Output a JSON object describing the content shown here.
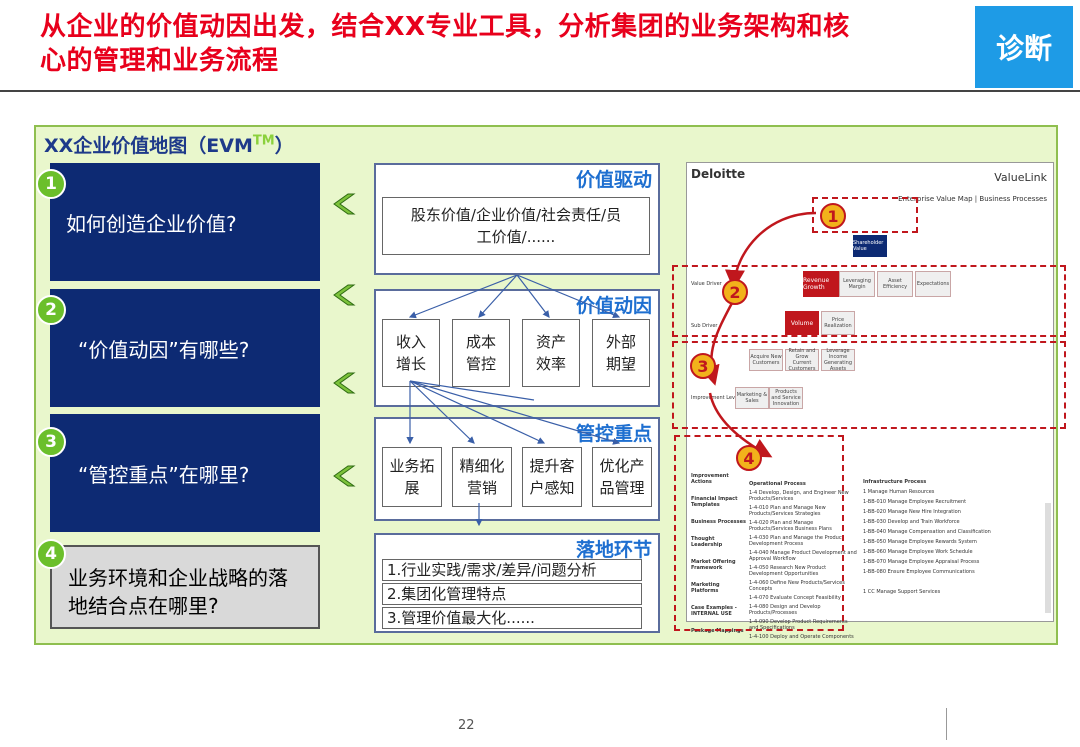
{
  "header": {
    "title_line1": "从企业的价值动因出发，结合XX专业工具，分析集团的业务架构和核",
    "title_line2": "心的管理和业务流程",
    "badge": "诊断"
  },
  "canvas": {
    "title_main": "XX企业价值地图（EVM",
    "title_tm": "TM",
    "title_end": "）"
  },
  "questions": [
    {
      "num": "1",
      "text": "如何创造企业价值?"
    },
    {
      "num": "2",
      "text": "“价值动因”有哪些?"
    },
    {
      "num": "3",
      "text": "“管控重点”在哪里?"
    },
    {
      "num": "4",
      "text_line1": "业务环境和企业战略的落",
      "text_line2": "地结合点在哪里?"
    }
  ],
  "panels": {
    "value_driver": {
      "label": "价值驱动",
      "content_line1": "股东价值/企业价值/社会责任/员",
      "content_line2": "工价值/......"
    },
    "value_factor": {
      "label": "价值动因",
      "items": [
        {
          "line1": "收入",
          "line2": "增长"
        },
        {
          "line1": "成本",
          "line2": "管控"
        },
        {
          "line1": "资产",
          "line2": "效率"
        },
        {
          "line1": "外部",
          "line2": "期望"
        }
      ]
    },
    "control_focus": {
      "label": "管控重点",
      "items": [
        {
          "line1": "业务拓",
          "line2": "展"
        },
        {
          "line1": "精细化",
          "line2": "营销"
        },
        {
          "line1": "提升客",
          "line2": "户感知"
        },
        {
          "line1": "优化产",
          "line2": "品管理"
        }
      ]
    },
    "landing": {
      "label": "落地环节",
      "rows": [
        "1.行业实践/需求/差异/问题分析",
        "2.集团化管理特点",
        "3.管理价值最大化......"
      ]
    }
  },
  "screenshot": {
    "brand": "Deloitte",
    "product": "ValueLink",
    "subtitle": "Enterprise Value Map | Business Processes",
    "markers": [
      "1",
      "2",
      "3",
      "4"
    ],
    "nodes": {
      "shareholder": "Shareholder Value",
      "revenue": "Revenue Growth",
      "volume": "Volume",
      "leverage": "Leveraging Margin",
      "asset": "Asset Efficiency",
      "expect": "Expectations",
      "price": "Price Realization",
      "acquire": "Acquire New Customers",
      "retain": "Retain and Grow Current Customers",
      "leverage_income": "Leverage Income Generating Assets",
      "marketing": "Marketing & Sales",
      "products": "Products and Service Innovation",
      "value_driver": "Value Driver",
      "sub_driver": "Sub Driver",
      "improvement": "Improvement Levers"
    },
    "left_list": [
      "Improvement Actions",
      "Financial Impact Templates",
      "Business Processes",
      "Thought Leadership",
      "Market Offering Framework",
      "Marketing Platforms",
      "Case Examples - INTERNAL USE",
      "Package Mappings"
    ],
    "mid_title": "Operational Process",
    "mid_list": [
      "1-4 Develop, Design, and Engineer New Products/Services",
      "1-4-010 Plan and Manage New Products/Services Strategies",
      "1-4-020 Plan and Manage Products/Services Business Plans",
      "1-4-030 Plan and Manage the Product Development Process",
      "1-4-040 Manage Product Development and Approval Workflow",
      "1-4-050 Research New Product Development Opportunities",
      "1-4-060 Define New Products/Services Concepts",
      "1-4-070 Evaluate Concept Feasibility",
      "1-4-080 Design and Develop Products/Processes",
      "1-4-090 Develop Product Requirements and Specifications",
      "1-4-100 Deploy and Operate Components"
    ],
    "right_title": "Infrastructure Process",
    "right_list": [
      "1 Manage Human Resources",
      "1-BB-010 Manage Employee Recruitment",
      "1-BB-020 Manage New Hire Integration",
      "1-BB-030 Develop and Train Workforce",
      "1-BB-040 Manage Compensation and Classification",
      "1-BB-050 Manage Employee Rewards System",
      "1-BB-060 Manage Employee Work Schedule",
      "1-BB-070 Manage Employee Appraisal Process",
      "1-BB-080 Ensure Employee Communications",
      "1 CC Manage Support Services"
    ]
  },
  "footer": {
    "page": "22"
  }
}
